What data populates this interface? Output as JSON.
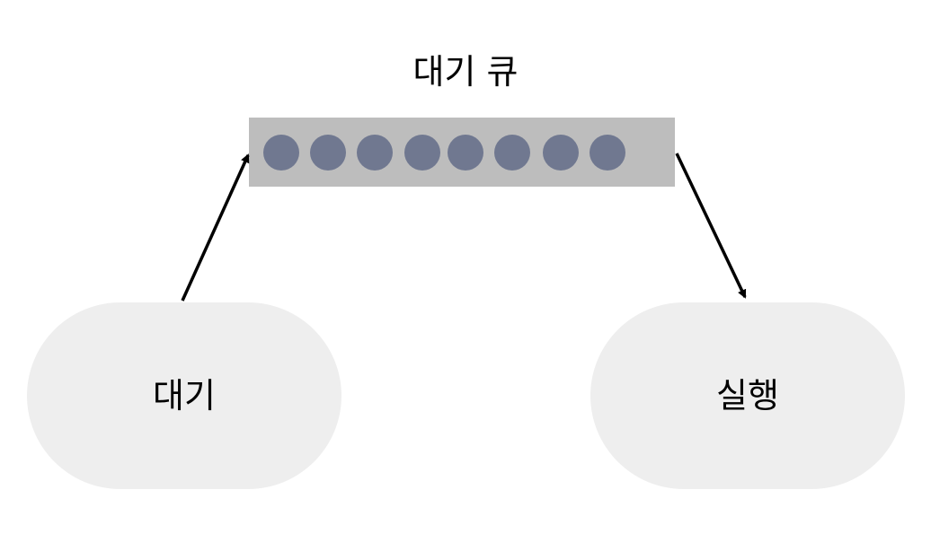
{
  "diagram": {
    "queue_title": "대기 큐",
    "nodes": {
      "waiting": {
        "label": "대기"
      },
      "running": {
        "label": "실행"
      }
    },
    "queue_tokens": [
      {
        "id": 1
      },
      {
        "id": 2
      },
      {
        "id": 3
      },
      {
        "id": 4
      },
      {
        "id": 5
      },
      {
        "id": 6
      },
      {
        "id": 7
      },
      {
        "id": 8
      }
    ],
    "edges": [
      {
        "from": "대기",
        "to": "대기 큐"
      },
      {
        "from": "대기 큐",
        "to": "실행"
      }
    ]
  },
  "colors": {
    "queue_bg": "#bdbdbd",
    "token_fill": "#707890",
    "node_fill": "#eeeeee",
    "arrow": "#000000"
  }
}
